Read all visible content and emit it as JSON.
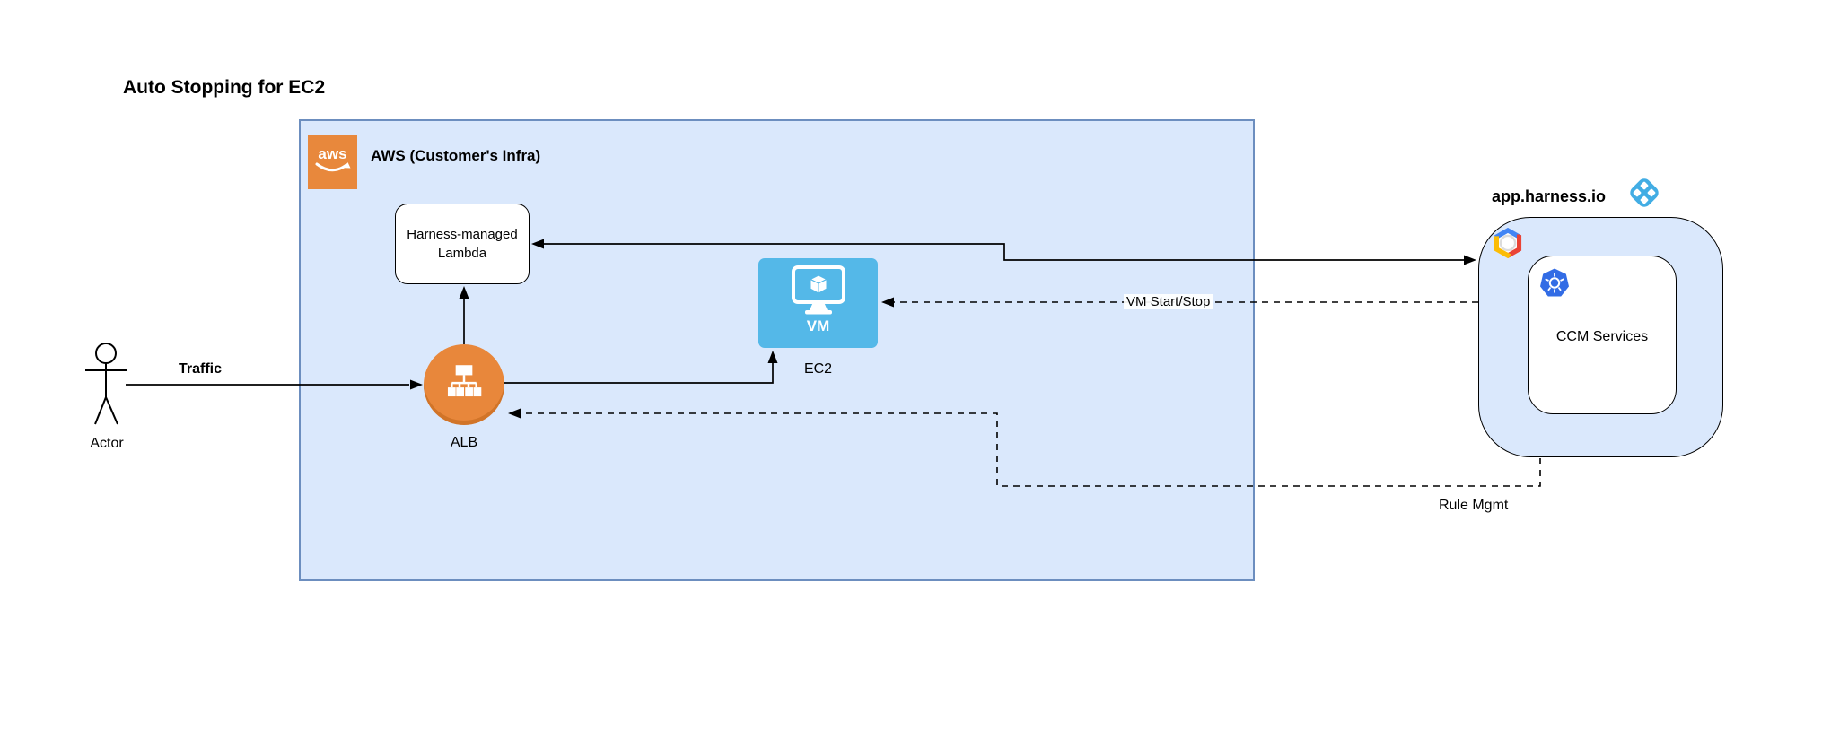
{
  "title": "Auto Stopping for EC2",
  "aws": {
    "label": "AWS (Customer's Infra)",
    "logo_text": "aws"
  },
  "harness": {
    "label": "app.harness.io"
  },
  "nodes": {
    "actor": {
      "label": "Actor"
    },
    "alb": {
      "label": "ALB"
    },
    "lambda": {
      "label": "Harness-managed Lambda"
    },
    "ec2": {
      "label": "EC2",
      "inner_label": "VM"
    },
    "ccm": {
      "label": "CCM Services"
    }
  },
  "edges": {
    "traffic": {
      "label": "Traffic",
      "style": "solid",
      "from": "Actor",
      "to": "ALB"
    },
    "alb_to_lambda": {
      "label": "",
      "style": "solid",
      "from": "ALB",
      "to": "Harness-managed Lambda"
    },
    "alb_to_ec2": {
      "label": "",
      "style": "solid",
      "from": "ALB",
      "to": "EC2"
    },
    "ccm_lambda": {
      "label": "",
      "style": "solid-bidirectional",
      "from": "CCM Services",
      "to": "Harness-managed Lambda"
    },
    "vm_start_stop": {
      "label": "VM Start/Stop",
      "style": "dashed",
      "from": "CCM Services",
      "to": "EC2"
    },
    "rule_mgmt": {
      "label": "Rule Mgmt",
      "style": "dashed",
      "from": "CCM Services",
      "to": "ALB"
    }
  },
  "icons": {
    "aws_logo": "aws-logo-icon",
    "alb": "load-balancer-icon",
    "vm": "vm-monitor-icon",
    "harness_logo": "harness-logo-icon",
    "gcp_logo": "google-cloud-icon",
    "k8s_logo": "kubernetes-icon",
    "actor": "stick-figure-icon"
  },
  "colors": {
    "container_fill": "#dae8fc",
    "aws_border": "#6c8ebf",
    "aws_orange": "#e8883c",
    "alb_orange": "#e8873b",
    "ec2_blue": "#54b8e8",
    "harness_blue": "#42ade4",
    "kubernetes_blue": "#326ce5",
    "gcp_blue": "#4285f4",
    "gcp_red": "#ea4335",
    "gcp_yellow": "#fbbc05",
    "line_black": "#000000"
  }
}
